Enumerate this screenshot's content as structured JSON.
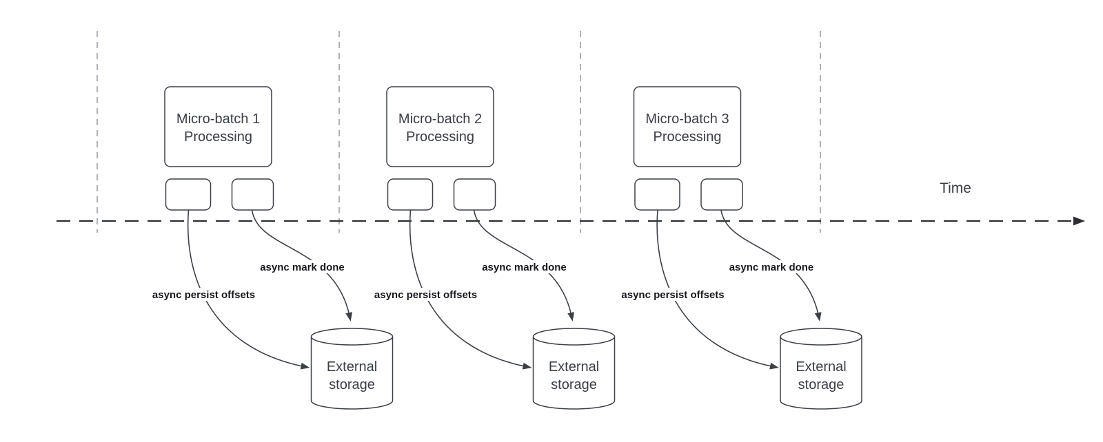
{
  "colors": {
    "stroke_dark": "#3c4047",
    "timeline": "#2b2e33",
    "divider_gray": "#9aa0a6",
    "text_primary": "#3a3e45",
    "label_bold": "#16181d",
    "background": "#ffffff"
  },
  "diagram": {
    "time_label": "Time",
    "groups": [
      {
        "title_line1": "Micro-batch 1",
        "title_line2": "Processing",
        "persist_label": "async persist offsets",
        "markdone_label": "async mark done",
        "storage_line1": "External",
        "storage_line2": "storage"
      },
      {
        "title_line1": "Micro-batch 2",
        "title_line2": "Processing",
        "persist_label": "async persist offsets",
        "markdone_label": "async mark done",
        "storage_line1": "External",
        "storage_line2": "storage"
      },
      {
        "title_line1": "Micro-batch 3",
        "title_line2": "Processing",
        "persist_label": "async persist offsets",
        "markdone_label": "async mark done",
        "storage_line1": "External",
        "storage_line2": "storage"
      }
    ]
  }
}
